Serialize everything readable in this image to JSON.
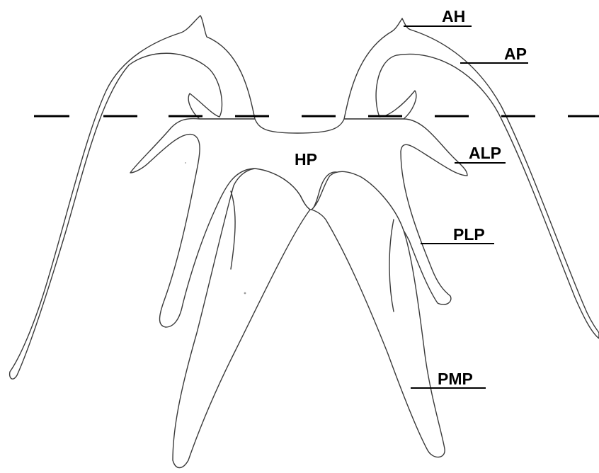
{
  "labels": {
    "hp": "HP",
    "ah": "AH",
    "ap": "AP",
    "alp": "ALP",
    "plp": "PLP",
    "pmp": "PMP"
  }
}
